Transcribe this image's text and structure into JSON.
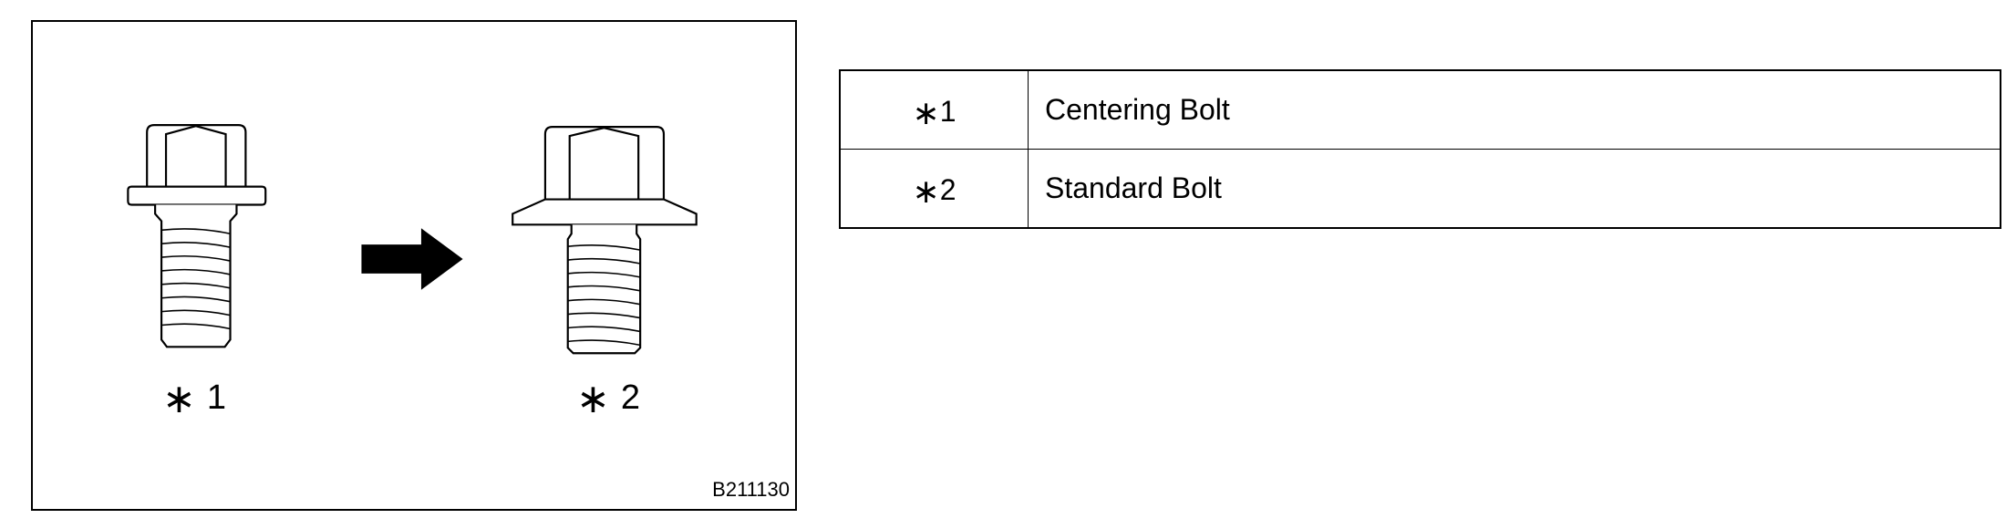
{
  "figure": {
    "id_label": "B211130",
    "arrow_icon": "right-arrow-icon",
    "bolts": [
      {
        "mark": "∗",
        "number": "1"
      },
      {
        "mark": "∗",
        "number": "2"
      }
    ]
  },
  "legend": {
    "rows": [
      {
        "mark": "∗",
        "number": "1",
        "description": "Centering Bolt"
      },
      {
        "mark": "∗",
        "number": "2",
        "description": "Standard Bolt"
      }
    ]
  }
}
